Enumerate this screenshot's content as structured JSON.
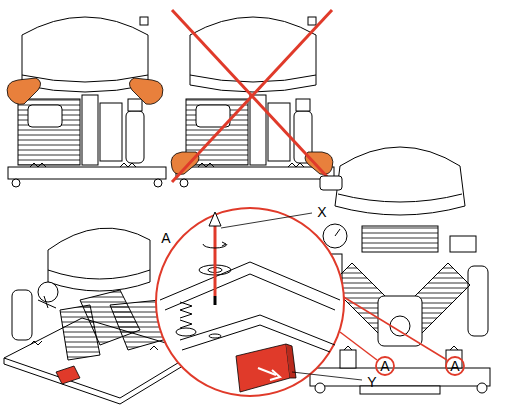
{
  "diagram": {
    "labels": [
      "X",
      "A",
      "A",
      "A",
      "Y"
    ]
  }
}
